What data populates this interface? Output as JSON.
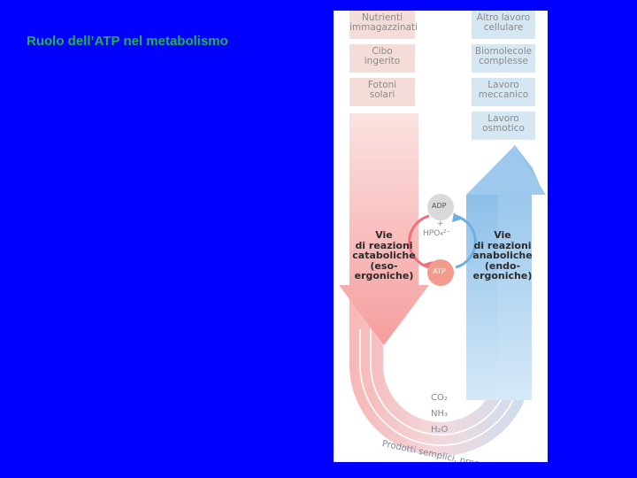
{
  "slide": {
    "title": "Ruolo dell’ATP nel metabolismo"
  },
  "colors": {
    "background": "#0000ff",
    "title": "#22b24c",
    "catabolic": "#f5a9a9",
    "anabolic": "#a9cdec",
    "box_left": "#f4d7d4",
    "box_right": "#d6e7f4",
    "adp": "#d9d9d9",
    "atp": "#f49a8c"
  },
  "diagram": {
    "inputs": [
      "Nutrienti\nimmagazzinati",
      "Cibo\ningerito",
      "Fotoni\nsolari"
    ],
    "outputs": [
      "Altro lavoro\ncellulare",
      "Biomolecole\ncomplesse",
      "Lavoro\nmeccanico",
      "Lavoro\nosmotico"
    ],
    "catabolic_label": "Vie\ndi reazioni\ncataboliche\n(eso-\nergoniche)",
    "anabolic_label": "Vie\ndi reazioni\nanaboliche\n(endo-\nergoniche)",
    "adp": "ADP",
    "plus": "+",
    "phosphate": "HPO₄²⁻",
    "atp": "ATP",
    "products": [
      "CO₂",
      "NH₃",
      "H₂O"
    ],
    "bottom_label": "Prodotti semplici, precursori"
  }
}
